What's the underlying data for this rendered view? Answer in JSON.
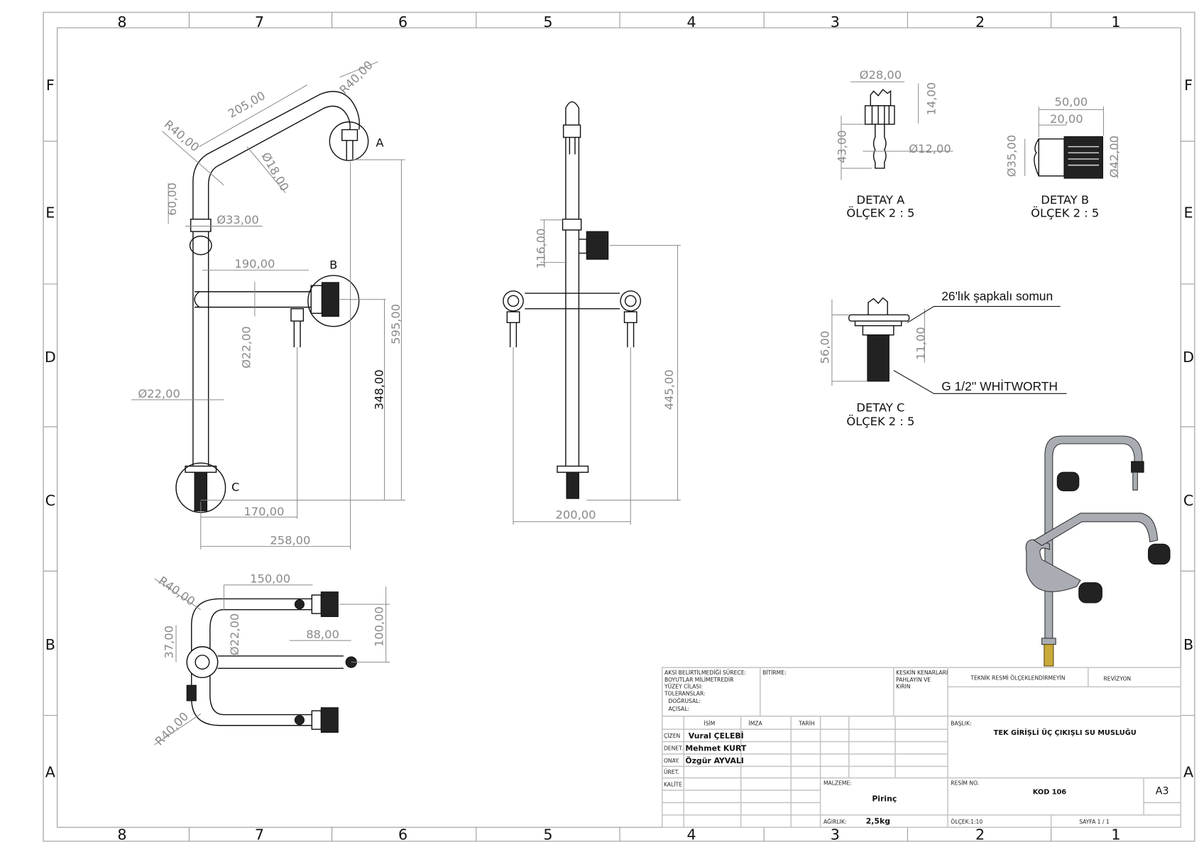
{
  "sheet": {
    "columns": [
      "8",
      "7",
      "6",
      "5",
      "4",
      "3",
      "2",
      "1"
    ],
    "rows": [
      "F",
      "E",
      "D",
      "C",
      "B",
      "A"
    ]
  },
  "front_view": {
    "callouts": [
      "A",
      "B",
      "C"
    ],
    "dims": [
      "205,00",
      "R40,00",
      "R40,00",
      "Ø18,00",
      "60,00",
      "Ø33,00",
      "190,00",
      "595,00",
      "Ø22,00",
      "348,00",
      "Ø22,00",
      "170,00",
      "258,00"
    ]
  },
  "side_view": {
    "dims": [
      "116,00",
      "445,00",
      "200,00"
    ]
  },
  "top_view": {
    "dims": [
      "150,00",
      "R40,00",
      "88,00",
      "100,00",
      "37,00",
      "Ø22,00",
      "R40,00"
    ]
  },
  "detail_a": {
    "dims": [
      "Ø28,00",
      "14,00",
      "43,00",
      "Ø12,00"
    ],
    "title": "DETAY A",
    "scale": "ÖLÇEK 2 : 5"
  },
  "detail_b": {
    "dims": [
      "50,00",
      "20,00",
      "Ø35,00",
      "Ø42,00"
    ],
    "title": "DETAY B",
    "scale": "ÖLÇEK 2 : 5"
  },
  "detail_c": {
    "dims": [
      "56,00",
      "11,00"
    ],
    "note_nut": "26'lık şapkalı somun",
    "note_thread": "G 1/2'' WHİTWORTH",
    "title": "DETAY C",
    "scale": "ÖLÇEK 2 : 5"
  },
  "title_block": {
    "general_notes": [
      "AKSİ BELİRTİLMEDİĞİ SÜRECE:",
      "BOYUTLAR MİLİMETREDİR",
      "YÜZEY CİLASI:",
      "TOLERANSLAR:",
      "DOĞRUSAL:",
      "AÇISAL:"
    ],
    "finish_label": "BİTİRME:",
    "edges_note": [
      "KESKİN KENARLARI",
      "PAHLAYIN VE",
      "KIRIN"
    ],
    "no_scale_note": "TEKNİK RESMİ ÖLÇEKLENDİRMEYİN",
    "revision_label": "REVİZYON",
    "headers": {
      "name": "İSİM",
      "signature": "İMZA",
      "date": "TARİH"
    },
    "roles": [
      {
        "role": "ÇİZEN",
        "name": "Vural ÇELEBİ"
      },
      {
        "role": "DENET.",
        "name": "Mehmet KURT"
      },
      {
        "role": "ONAY.",
        "name": "Özgür AYVALI"
      },
      {
        "role": "ÜRET.",
        "name": ""
      },
      {
        "role": "KALİTE",
        "name": ""
      }
    ],
    "title_label": "BAŞLIK:",
    "title": "TEK GİRİŞLİ ÜÇ ÇIKIŞLI SU MUSLUĞU",
    "material_label": "MALZEME:",
    "material": "Pirinç",
    "drawing_no_label": "RESİM NO.",
    "drawing_no": "KOD 106",
    "paper_size": "A3",
    "weight_label": "AĞIRLIK:",
    "weight": "2,5kg",
    "scale": "ÖLÇEK:1:10",
    "page": "SAYFA 1 / 1"
  }
}
